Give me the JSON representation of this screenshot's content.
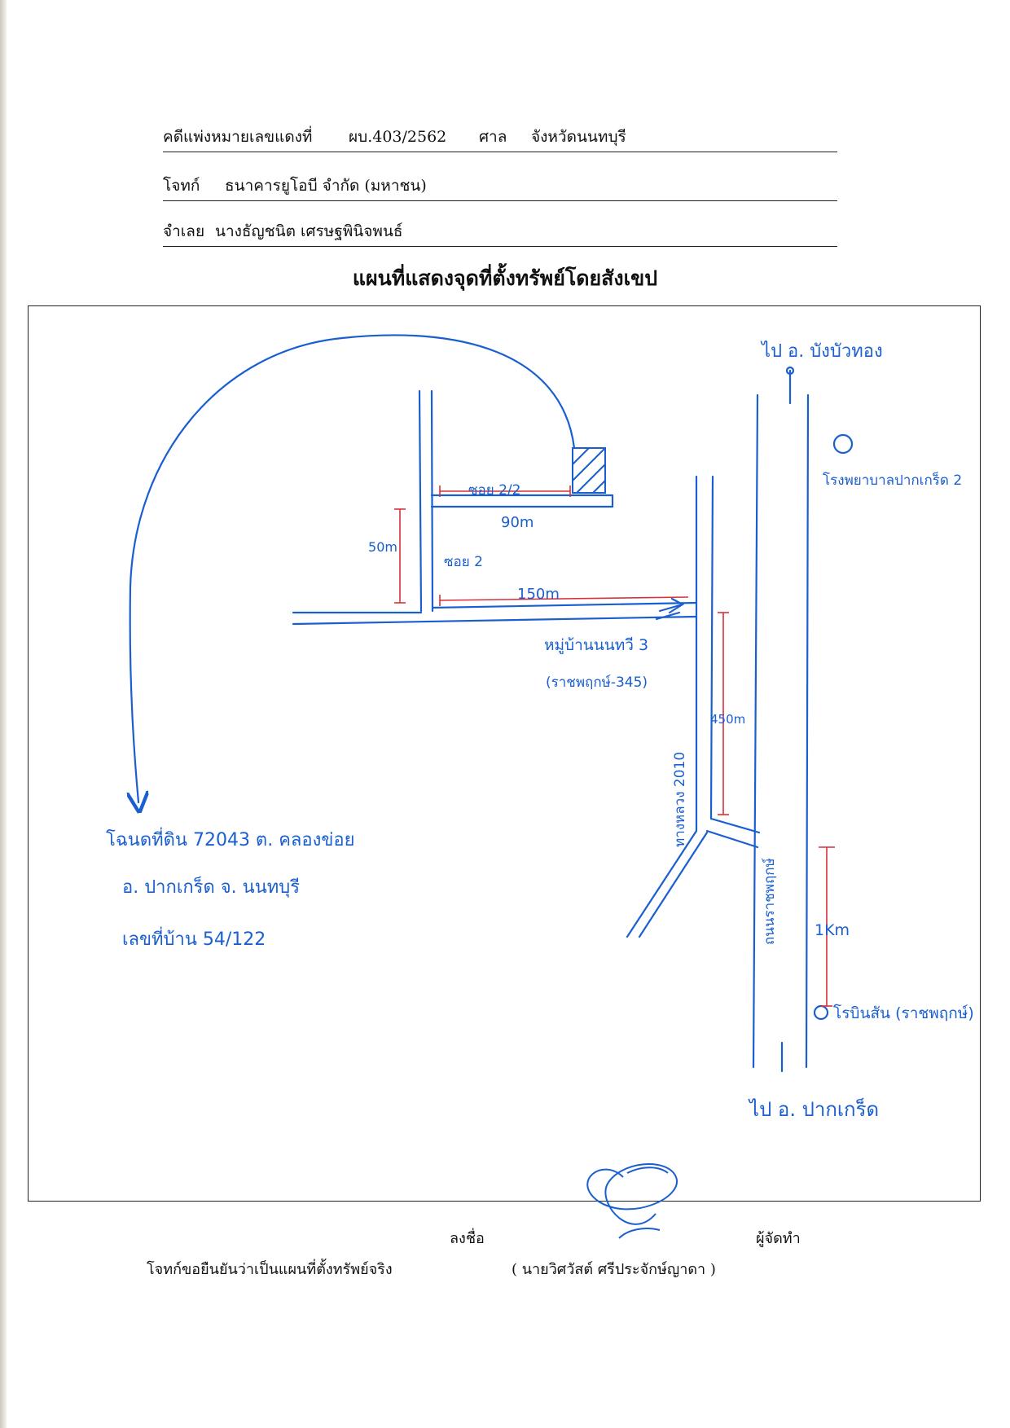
{
  "header": {
    "case_label": "คดีแพ่งหมายเลขแดงที่",
    "case_no": "ผบ.403/2562",
    "court_label": "ศาล",
    "court_name": "จังหวัดนนทบุรี",
    "plaintiff_label": "โจทก์",
    "plaintiff_name": "ธนาคารยูโอบี จำกัด (มหาชน)",
    "defendant_label": "จำเลย",
    "defendant_name": "นางธัญชนิต เศรษฐพินิจพนธ์"
  },
  "title": "แผนที่แสดงจุดที่ตั้งทรัพย์โดยสังเขป",
  "map": {
    "to_top": "ไป อ. บังบัวทอง",
    "school": "โรงพยาบาลปากเกร็ด 2",
    "soi_212": "ซอย 2/2",
    "d90": "90m",
    "d50": "50m",
    "soi2": "ซอย 2",
    "d150": "150m",
    "village": "หมู่บ้านนนทวี 3",
    "village_sub": "(ราชพฤกษ์-345)",
    "d450": "450m",
    "road2010": "ทางหลวง 2010",
    "main_road": "ถนนราชพฤกษ์",
    "d1km": "1Km",
    "landmark": "โรบินสัน (ราชพฤกษ์)",
    "to_bottom": "ไป อ. ปากเกร็ด",
    "note_line1": "โฉนดที่ดิน 72043 ต. คลองข่อย",
    "note_line2": "อ. ปากเกร็ด จ. นนทบุรี",
    "note_line3": "เลขที่บ้าน 54/122"
  },
  "footer": {
    "sign_label": "ลงชื่อ",
    "maker_label": "ผู้จัดทำ",
    "certify_text": "โจทก์ขอยืนยันว่าเป็นแผนที่ตั้งทรัพย์จริง",
    "signer_name": "( นายวิศวัสต์ ศรีประจักษ์ญาดา )"
  },
  "colors": {
    "ink": "#1a5fd0",
    "measure": "#d9303a"
  }
}
